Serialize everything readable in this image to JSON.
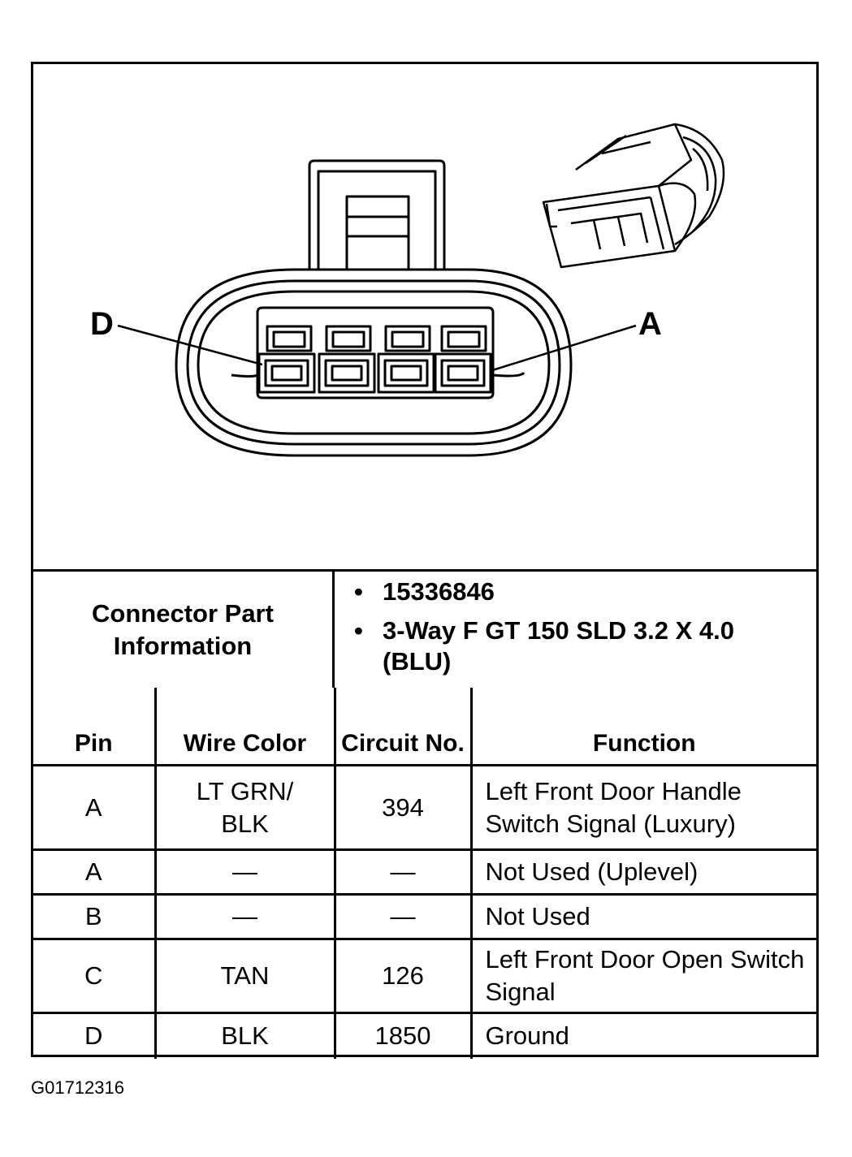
{
  "diagram": {
    "pin_label_left": "D",
    "pin_label_right": "A"
  },
  "part_info": {
    "label": "Connector Part Information",
    "items": [
      "15336846",
      "3-Way F GT 150 SLD 3.2 X 4.0 (BLU)"
    ]
  },
  "table": {
    "headers": {
      "pin": "Pin",
      "wire_color": "Wire Color",
      "circuit_no": "Circuit No.",
      "function": "Function"
    },
    "rows": [
      {
        "pin": "A",
        "wire_color": "LT GRN/ BLK",
        "circuit": "394",
        "function": "Left Front Door Handle Switch Signal (Luxury)"
      },
      {
        "pin": "A",
        "wire_color": "—",
        "circuit": "—",
        "function": "Not Used (Uplevel)"
      },
      {
        "pin": "B",
        "wire_color": "—",
        "circuit": "—",
        "function": "Not Used"
      },
      {
        "pin": "C",
        "wire_color": "TAN",
        "circuit": "126",
        "function": "Left Front Door Open Switch Signal"
      },
      {
        "pin": "D",
        "wire_color": "BLK",
        "circuit": "1850",
        "function": "Ground"
      }
    ]
  },
  "figure_id": "G01712316"
}
